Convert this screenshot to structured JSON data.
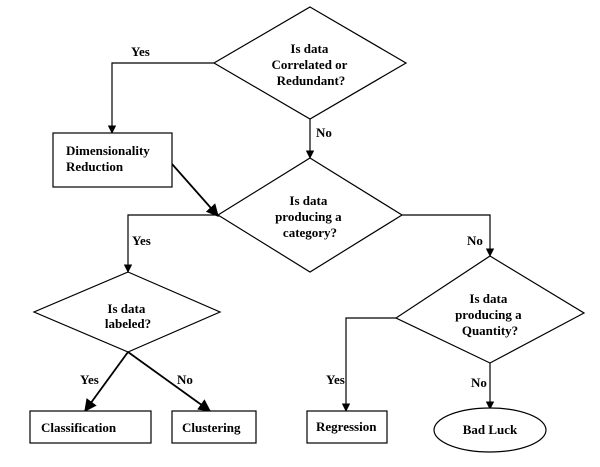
{
  "nodes": {
    "q1": [
      "Is data",
      "Correlated or",
      "Redundant?"
    ],
    "dim": [
      "Dimensionality",
      "Reduction"
    ],
    "q2": [
      "Is data",
      "producing a",
      "category?"
    ],
    "q3": [
      "Is data",
      "labeled?"
    ],
    "q4": [
      "Is data",
      "producing a",
      "Quantity?"
    ],
    "classification": "Classification",
    "clustering": "Clustering",
    "regression": "Regression",
    "badluck": "Bad Luck"
  },
  "edges": {
    "q1_yes": "Yes",
    "q1_no": "No",
    "q2_yes": "Yes",
    "q2_no": "No",
    "q3_yes": "Yes",
    "q3_no": "No",
    "q4_yes": "Yes",
    "q4_no": "No"
  }
}
